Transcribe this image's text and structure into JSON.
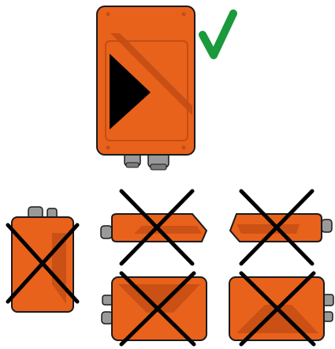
{
  "diagram": {
    "correct_orientation": {
      "verdict": "correct",
      "mark": "check-mark-icon",
      "mark_color": "#1a9a3c"
    },
    "incorrect_orientations": [
      {
        "id": "rotated-90-cw",
        "verdict": "incorrect",
        "mark": "cross-mark-icon"
      },
      {
        "id": "lying-flat-connectors-left",
        "verdict": "incorrect",
        "mark": "cross-mark-icon"
      },
      {
        "id": "lying-flat-connectors-right",
        "verdict": "incorrect",
        "mark": "cross-mark-icon"
      },
      {
        "id": "rotated-90-ccw-connectors-left",
        "verdict": "incorrect",
        "mark": "cross-mark-icon"
      },
      {
        "id": "rotated-90-cw-connectors-right",
        "verdict": "incorrect",
        "mark": "cross-mark-icon"
      }
    ],
    "colors": {
      "housing": "#e8621c",
      "housing_dark": "#c44d14",
      "outline": "#1a1a1a",
      "connector": "#9a9a9a",
      "arrow": "#000000",
      "cross": "#000000",
      "check": "#1a9a3c"
    }
  }
}
